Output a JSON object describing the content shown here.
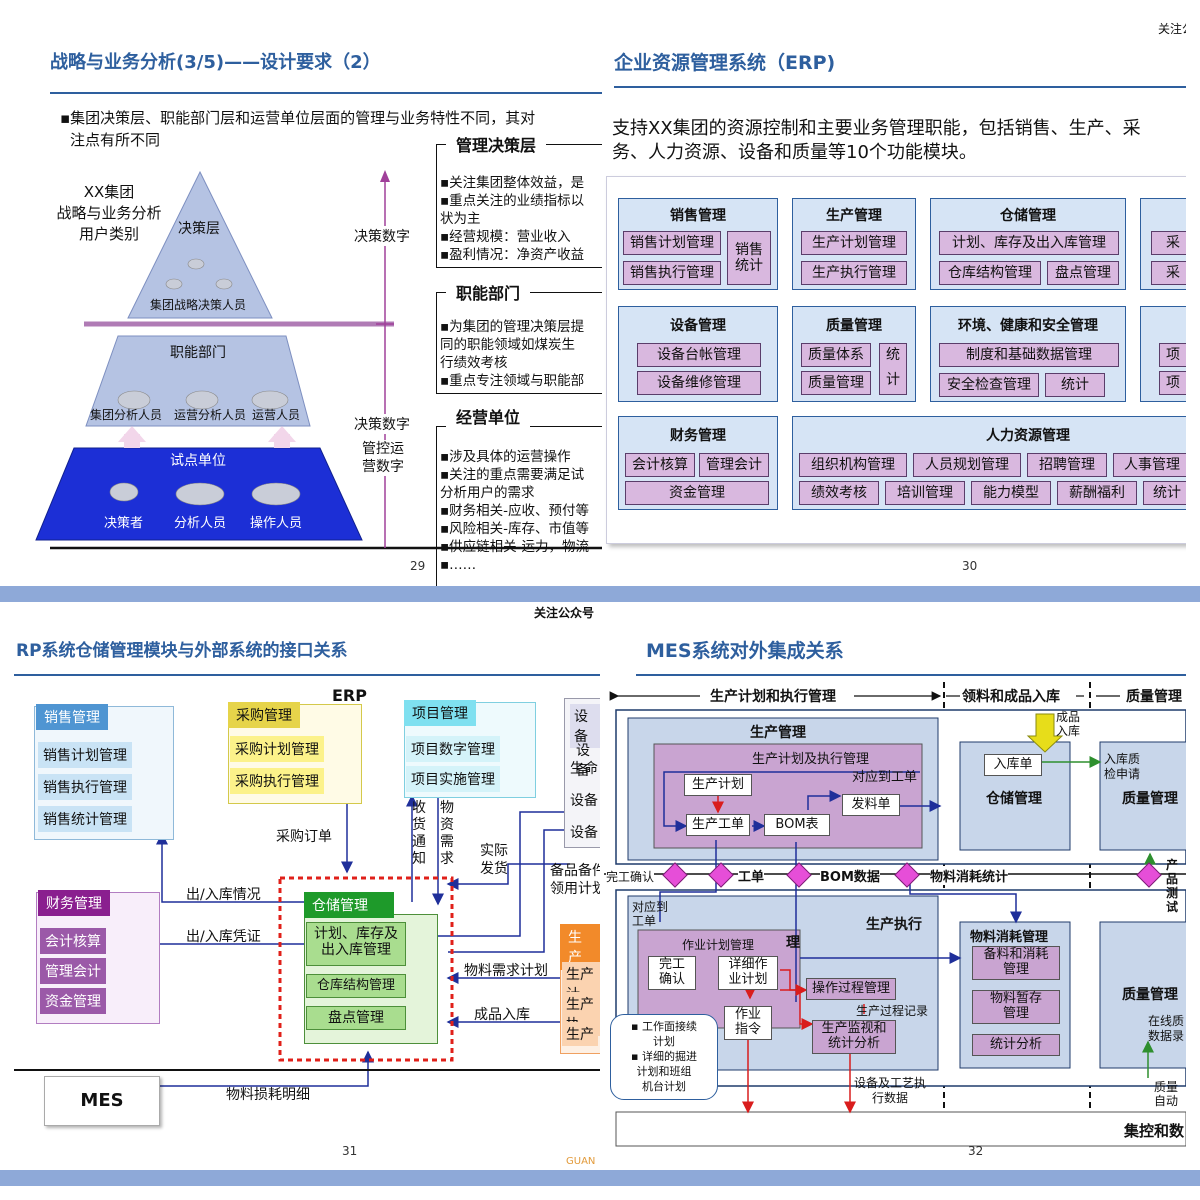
{
  "slide29": {
    "title": "战略与业务分析(3/5)——设计要求（2）",
    "intro_line1": "▪集团决策层、职能部门层和运营单位层面的管理与业务特性不同，其对",
    "intro_line2": "注点有所不同",
    "pyramid_caption": [
      "XX集团",
      "战略与业务分析",
      "用户类别"
    ],
    "levels": {
      "top": "决策层",
      "top_users": "集团战略决策人员",
      "mid": "职能部门",
      "mid_users": [
        "集团分析人员",
        "运营分析人员",
        "运营人员"
      ],
      "bottom": "试点单位",
      "bottom_users": [
        "决策者",
        "分析人员",
        "操作人员"
      ]
    },
    "axis": {
      "top": "决策数字",
      "mid": "决策数字",
      "bottom_1": "管控运",
      "bottom_2": "营数字"
    },
    "sections": [
      {
        "title": "管理决策层",
        "bullets": [
          "▪关注集团整体效益，是",
          "▪重点关注的业绩指标以",
          "  状为主",
          "▪经营规模：营业收入",
          "▪盈利情况：净资产收益"
        ]
      },
      {
        "title": "职能部门",
        "bullets": [
          "▪为集团的管理决策层提",
          "  同的职能领域如煤炭生",
          "  行绩效考核",
          "▪重点专注领域与职能部"
        ]
      },
      {
        "title": "经营单位",
        "bullets": [
          "▪涉及具体的运营操作",
          "▪关注的重点需要满足试",
          "  分析用户的需求",
          "▪财务相关-应收、预付等",
          "▪风险相关-库存、市值等",
          "▪供应链相关-运力，物流",
          "▪……"
        ]
      }
    ],
    "page": "29"
  },
  "slide30": {
    "corner": "关注公",
    "title": "企业资源管理系统（ERP)",
    "desc_line1": "支持XX集团的资源控制和主要业务管理职能，包括销售、生产、采",
    "desc_line2": "务、人力资源、设备和质量等10个功能模块。",
    "modules": {
      "sales": {
        "title": "销售管理",
        "items": [
          "销售计划管理",
          "销售执行管理",
          "销售统计"
        ]
      },
      "production": {
        "title": "生产管理",
        "items": [
          "生产计划管理",
          "生产执行管理"
        ]
      },
      "warehouse": {
        "title": "仓储管理",
        "items": [
          "计划、库存及出入库管理",
          "仓库结构管理",
          "盘点管理"
        ]
      },
      "purchase": {
        "items": [
          "采",
          "采"
        ]
      },
      "equipment": {
        "title": "设备管理",
        "items": [
          "设备台帐管理",
          "设备维修管理"
        ]
      },
      "quality": {
        "title": "质量管理",
        "items": [
          "质量体系",
          "质量管理",
          "统",
          "计"
        ]
      },
      "ehs": {
        "title": "环境、健康和安全管理",
        "items": [
          "制度和基础数据管理",
          "安全检查管理",
          "统计"
        ]
      },
      "project": {
        "items": [
          "项",
          "项"
        ]
      },
      "finance": {
        "title": "财务管理",
        "items": [
          "会计核算",
          "管理会计",
          "资金管理"
        ]
      },
      "hr": {
        "title": "人力资源管理",
        "items": [
          "组织机构管理",
          "人员规划管理",
          "招聘管理",
          "人事管理",
          "绩效考核",
          "培训管理",
          "能力模型",
          "薪酬福利",
          "统计"
        ]
      }
    },
    "page": "30"
  },
  "slide31": {
    "corner": "关注公众号",
    "title": "RP系统仓储管理模块与外部系统的接口关系",
    "erp_label": "ERP",
    "sales": {
      "title": "销售管理",
      "items": [
        "销售计划管理",
        "销售执行管理",
        "销售统计管理"
      ]
    },
    "purchase": {
      "title": "采购管理",
      "items": [
        "采购计划管理",
        "采购执行管理"
      ]
    },
    "project": {
      "title": "项目管理",
      "items": [
        "项目数字管理",
        "项目实施管理"
      ]
    },
    "equipment": {
      "items": [
        "设备",
        "设备",
        "生命",
        "设备",
        "设备"
      ]
    },
    "finance": {
      "title": "财务管理",
      "items": [
        "会计核算",
        "管理会计",
        "资金管理"
      ]
    },
    "warehouse": {
      "title": "仓储管理",
      "items": [
        "计划、库存及出入库管理",
        "仓库结构管理",
        "盘点管理"
      ]
    },
    "production": {
      "items": [
        "生产",
        "生产计",
        "生产执",
        "生产"
      ]
    },
    "mes": "MES",
    "flows": {
      "po": "采购订单",
      "inout": "出/入库情况",
      "voucher": "出/入库凭证",
      "receipt": [
        "收",
        "货",
        "通",
        "知"
      ],
      "need": [
        "物",
        "资",
        "需",
        "求"
      ],
      "ship": [
        "实际",
        "发货"
      ],
      "spare": [
        "备品备件",
        "领用计划"
      ],
      "material": "物料需求计划",
      "finished": "成品入库",
      "loss": "物料损耗明细"
    },
    "page": "31",
    "watermark": "GUAN"
  },
  "slide32": {
    "title": "MES系统对外集成关系",
    "bands": [
      "生产计划和执行管理",
      "领料和成品入库",
      "质量管理"
    ],
    "prod_mgmt": "生产管理",
    "plan_exec": "生产计划及执行管理",
    "to_workorder": "对应到工单",
    "plan": "生产计划",
    "workorder": "生产工单",
    "bom": "BOM表",
    "issue": "发料单",
    "warehouse_mgmt": "仓储管理",
    "receipt_note": "入库单",
    "finished_in": [
      "成品",
      "入库"
    ],
    "qc_req": [
      "入库质",
      "检申请"
    ],
    "quality_mgmt_top": "质量管理",
    "links": [
      "完工确认",
      "工单",
      "BOM数据",
      "物料消耗统计"
    ],
    "prod_test": [
      "产品",
      "测试"
    ],
    "exec": "生产执行",
    "to_wo2": [
      "对应到",
      "工单"
    ],
    "job_plan": "作业计划管理",
    "job_plan_tail": "理",
    "finish_confirm": [
      "完工",
      "确认"
    ],
    "detailed_plan": [
      "详细作",
      "业计划"
    ],
    "work_order_cmd": [
      "作业",
      "指令"
    ],
    "op_process": "操作过程管理",
    "process_record": "生产过程记录",
    "monitor": [
      "生产监视和",
      "统计分析"
    ],
    "callout": [
      "▪ 工作面接续",
      "计划",
      "▪ 详细的掘进",
      "计划和班组",
      "机台计划"
    ],
    "equip_data": [
      "设备及工艺执",
      "行数据"
    ],
    "consumption": "物料消耗管理",
    "prep": [
      "备料和消耗",
      "管理"
    ],
    "temp": [
      "物料暂存",
      "管理"
    ],
    "stats": "统计分析",
    "quality_mgmt_bottom": "质量管理",
    "online": [
      "在线质",
      "数据录"
    ],
    "auto_qc": [
      "质量",
      "自动"
    ],
    "control": "集控和数",
    "page": "32"
  },
  "colors": {
    "title_blue": "#2e5f9e",
    "module_fill": "#d6e4f5",
    "item_purple": "#d9b8df",
    "band": "#8ea9d8",
    "pyramid_base": "#1c2fd6",
    "pyramid_light": "#b5c3e3"
  }
}
